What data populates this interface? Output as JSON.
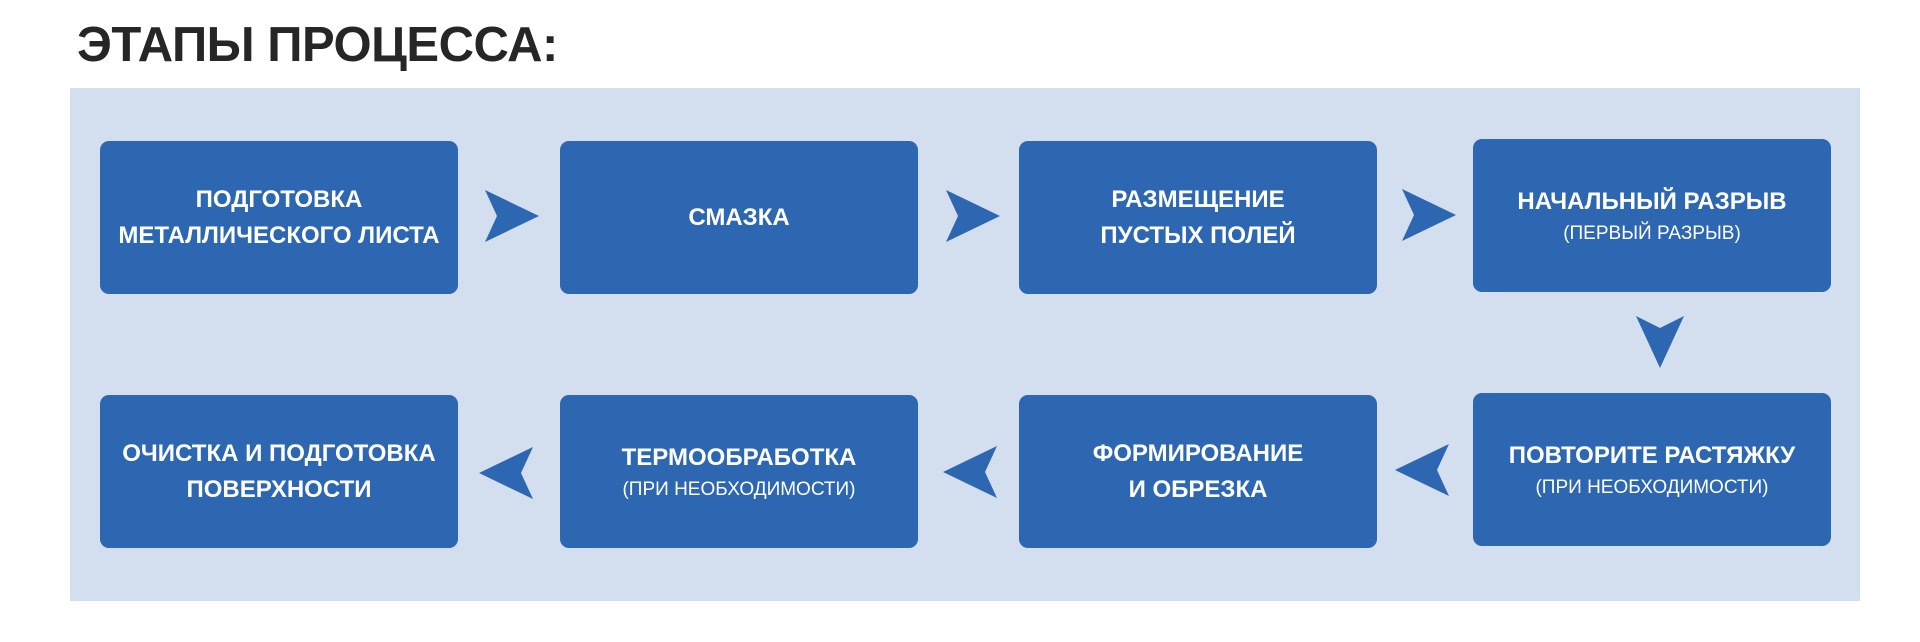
{
  "title": "ЭТАПЫ ПРОЦЕССА:",
  "colors": {
    "box": "#2d66b1",
    "panel": "#d3dfee",
    "arrow": "#2d66b1",
    "title": "#262626"
  },
  "steps": [
    {
      "line1": "ПОДГОТОВКА",
      "line2": "МЕТАЛЛИЧЕСКОГО ЛИСТА",
      "sub": ""
    },
    {
      "line1": "СМАЗКА",
      "line2": "",
      "sub": ""
    },
    {
      "line1": "РАЗМЕЩЕНИЕ",
      "line2": "ПУСТЫХ ПОЛЕЙ",
      "sub": ""
    },
    {
      "line1": "НАЧАЛЬНЫЙ РАЗРЫВ",
      "line2": "",
      "sub": "(ПЕРВЫЙ РАЗРЫВ)"
    },
    {
      "line1": "ПОВТОРИТЕ РАСТЯЖКУ",
      "line2": "",
      "sub": "(ПРИ НЕОБХОДИМОСТИ)"
    },
    {
      "line1": "ФОРМИРОВАНИЕ",
      "line2": "И ОБРЕЗКА",
      "sub": ""
    },
    {
      "line1": "ТЕРМООБРАБОТКА",
      "line2": "",
      "sub": "(ПРИ НЕОБХОДИМОСТИ)"
    },
    {
      "line1": "ОЧИСТКА И ПОДГОТОВКА",
      "line2": "ПОВЕРХНОСТИ",
      "sub": ""
    }
  ],
  "arrows": [
    {
      "icon": "arrow-right-icon",
      "direction": "right"
    },
    {
      "icon": "arrow-right-icon",
      "direction": "right"
    },
    {
      "icon": "arrow-right-icon",
      "direction": "right"
    },
    {
      "icon": "arrow-down-icon",
      "direction": "down"
    },
    {
      "icon": "arrow-left-icon",
      "direction": "left"
    },
    {
      "icon": "arrow-left-icon",
      "direction": "left"
    },
    {
      "icon": "arrow-left-icon",
      "direction": "left"
    }
  ]
}
